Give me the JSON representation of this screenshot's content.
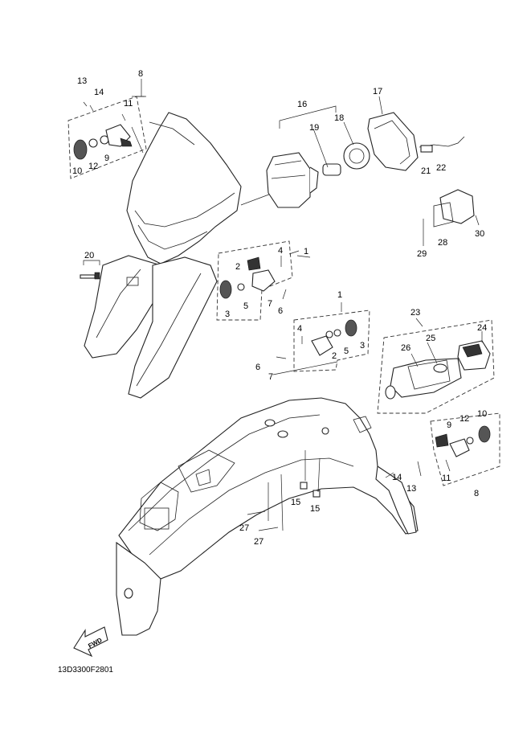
{
  "diagram": {
    "code": "13D3300F2801",
    "fwd_label": "FWD"
  },
  "callouts": {
    "c13_top": "13",
    "c14_top": "14",
    "c11_top": "11",
    "c8_top": "8",
    "c10_top": "10",
    "c12_top": "12",
    "c9_top": "9",
    "c16": "16",
    "c19": "19",
    "c18": "18",
    "c17": "17",
    "c21": "21",
    "c22": "22",
    "c28": "28",
    "c29": "29",
    "c30": "30",
    "c20": "20",
    "c1_top": "1",
    "c4_top": "4",
    "c2_top": "2",
    "c3_top": "3",
    "c5_top": "5",
    "c6_top": "6",
    "c7_top": "7",
    "c1_mid": "1",
    "c4_mid": "4",
    "c2_mid": "2",
    "c3_mid": "3",
    "c5_mid": "5",
    "c6_mid": "6",
    "c7_mid": "7",
    "c23": "23",
    "c24": "24",
    "c25": "25",
    "c26": "26",
    "c9_bot": "9",
    "c12_bot": "12",
    "c10_bot": "10",
    "c14_bot": "14",
    "c13_bot": "13",
    "c11_bot": "11",
    "c8_bot": "8",
    "c15_a": "15",
    "c15_b": "15",
    "c27_a": "27",
    "c27_b": "27"
  }
}
